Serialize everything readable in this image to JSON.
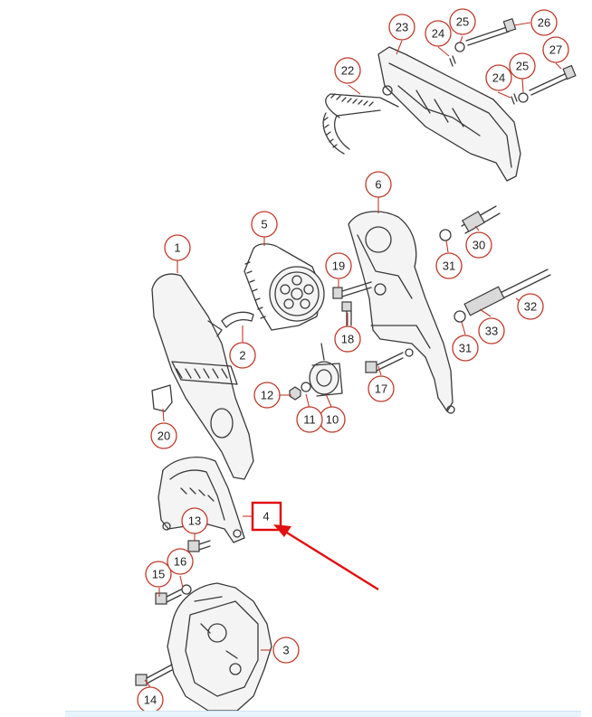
{
  "diagram": {
    "callouts": [
      "1",
      "2",
      "3",
      "4",
      "5",
      "6",
      "10",
      "11",
      "12",
      "13",
      "14",
      "15",
      "16",
      "17",
      "18",
      "19",
      "20",
      "22",
      "23",
      "24",
      "25",
      "26",
      "27",
      "24",
      "25",
      "30",
      "31",
      "31",
      "32",
      "33"
    ],
    "highlighted_callout": "4",
    "colors": {
      "callout": "#c0392b",
      "highlight": "#e00000",
      "line_art": "#3a3a3a"
    }
  }
}
